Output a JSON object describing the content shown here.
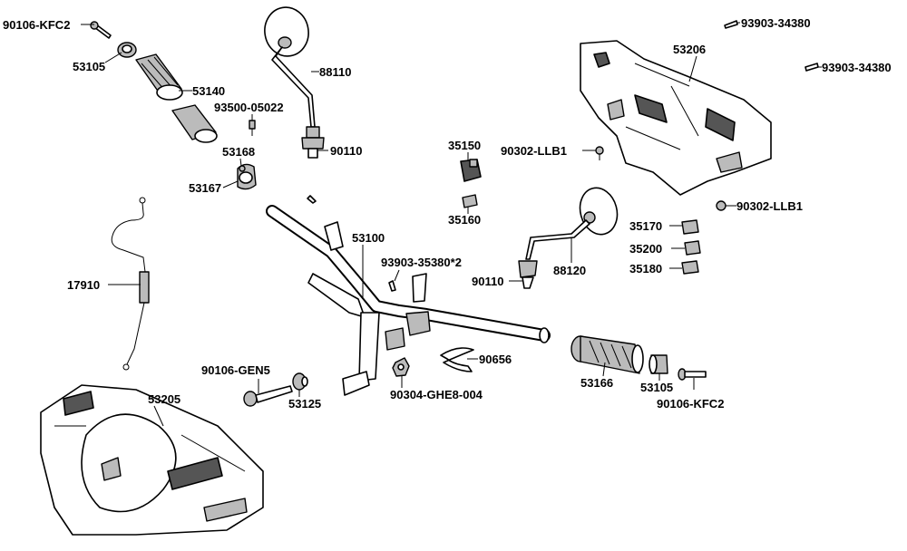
{
  "callouts": [
    {
      "id": "90106-kfc2-top",
      "text": "90106-KFC2"
    },
    {
      "id": "53105-left",
      "text": "53105"
    },
    {
      "id": "53140",
      "text": "53140"
    },
    {
      "id": "93500-05022",
      "text": "93500-05022"
    },
    {
      "id": "53168",
      "text": "53168"
    },
    {
      "id": "53167",
      "text": "53167"
    },
    {
      "id": "88110",
      "text": "88110"
    },
    {
      "id": "90110-left",
      "text": "90110"
    },
    {
      "id": "17910",
      "text": "17910"
    },
    {
      "id": "35150",
      "text": "35150"
    },
    {
      "id": "35160",
      "text": "35160"
    },
    {
      "id": "53100",
      "text": "53100"
    },
    {
      "id": "93903-35380x2",
      "text": "93903-35380*2"
    },
    {
      "id": "90110-right",
      "text": "90110"
    },
    {
      "id": "88120",
      "text": "88120"
    },
    {
      "id": "90302-llb1-top",
      "text": "90302-LLB1"
    },
    {
      "id": "90302-llb1-right",
      "text": "90302-LLB1"
    },
    {
      "id": "53206",
      "text": "53206"
    },
    {
      "id": "93903-34380-top",
      "text": "93903-34380"
    },
    {
      "id": "93903-34380-right",
      "text": "93903-34380"
    },
    {
      "id": "35170",
      "text": "35170"
    },
    {
      "id": "35200",
      "text": "35200"
    },
    {
      "id": "35180",
      "text": "35180"
    },
    {
      "id": "90656",
      "text": "90656"
    },
    {
      "id": "90304-ghe8-004",
      "text": "90304-GHE8-004"
    },
    {
      "id": "90106-gen5",
      "text": "90106-GEN5"
    },
    {
      "id": "53125",
      "text": "53125"
    },
    {
      "id": "53205",
      "text": "53205"
    },
    {
      "id": "53166",
      "text": "53166"
    },
    {
      "id": "53105-right",
      "text": "53105"
    },
    {
      "id": "90106-kfc2-bottom",
      "text": "90106-KFC2"
    }
  ]
}
